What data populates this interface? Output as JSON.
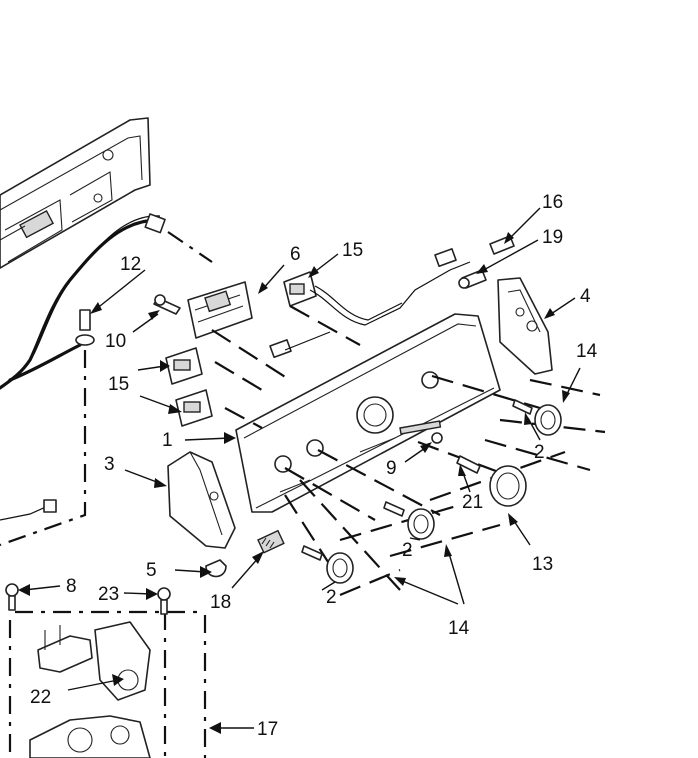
{
  "callouts": [
    {
      "id": "c1",
      "text": "1"
    },
    {
      "id": "c2a",
      "text": "2"
    },
    {
      "id": "c2b",
      "text": "2"
    },
    {
      "id": "c2c",
      "text": "2"
    },
    {
      "id": "c3",
      "text": "3"
    },
    {
      "id": "c4",
      "text": "4"
    },
    {
      "id": "c5",
      "text": "5"
    },
    {
      "id": "c6",
      "text": "6"
    },
    {
      "id": "c8",
      "text": "8"
    },
    {
      "id": "c9",
      "text": "9"
    },
    {
      "id": "c10",
      "text": "10"
    },
    {
      "id": "c12",
      "text": "12"
    },
    {
      "id": "c13",
      "text": "13"
    },
    {
      "id": "c14a",
      "text": "14"
    },
    {
      "id": "c14b",
      "text": "14"
    },
    {
      "id": "c15a",
      "text": "15"
    },
    {
      "id": "c15b",
      "text": "15"
    },
    {
      "id": "c16",
      "text": "16"
    },
    {
      "id": "c17",
      "text": "17"
    },
    {
      "id": "c18",
      "text": "18"
    },
    {
      "id": "c19",
      "text": "19"
    },
    {
      "id": "c21",
      "text": "21"
    },
    {
      "id": "c22",
      "text": "22"
    },
    {
      "id": "c23",
      "text": "23"
    }
  ]
}
